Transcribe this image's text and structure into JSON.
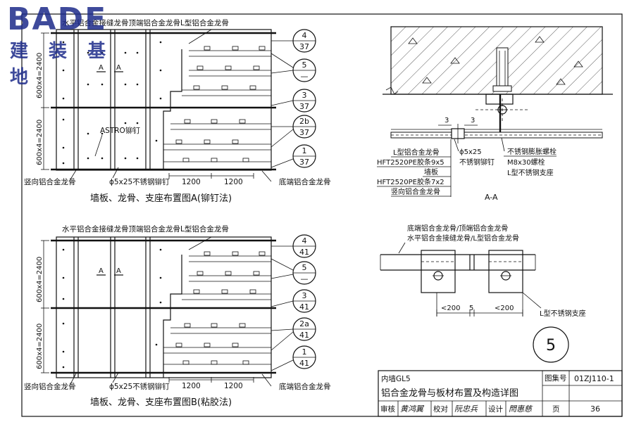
{
  "logo": {
    "brand": "BADE",
    "subtitle": "建 装 基 地"
  },
  "diagram_a": {
    "top_label": "水平铝合金接缝龙骨顶端铝合金龙骨L型铝合金龙骨",
    "dim_upper": "600x4=2400",
    "dim_lower": "600x4=2400",
    "section_mark": "A",
    "rivet_label": "ASTRO铆钉",
    "left_bottom_label": "竖向铝合金龙骨",
    "screw_label": "ϕ5x25不锈钢铆钉",
    "dim_1200_a": "1200",
    "dim_1200_b": "1200",
    "right_bottom_label": "底端铝合金龙骨",
    "caption": "墙板、龙骨、支座布置图A(铆钉法)",
    "callouts": [
      {
        "num": "4",
        "ref": "37"
      },
      {
        "num": "5",
        "ref": "—"
      },
      {
        "num": "3",
        "ref": "37"
      },
      {
        "num": "2b",
        "ref": "37"
      },
      {
        "num": "1",
        "ref": "37"
      }
    ]
  },
  "diagram_b": {
    "top_label": "水平铝合金接缝龙骨顶端铝合金龙骨L型铝合金龙骨",
    "dim_upper": "600x4=2400",
    "dim_lower": "600x4=2400",
    "section_mark": "A",
    "left_bottom_label": "竖向铝合金龙骨",
    "screw_label": "ϕ5x25不锈钢铆钉",
    "dim_1200_a": "1200",
    "dim_1200_b": "1200",
    "right_bottom_label": "底端铝合金龙骨",
    "caption": "墙板、龙骨、支座布置图B(粘胶法)",
    "callouts": [
      {
        "num": "4",
        "ref": "41"
      },
      {
        "num": "5",
        "ref": "—"
      },
      {
        "num": "3",
        "ref": "41"
      },
      {
        "num": "2a",
        "ref": "41"
      },
      {
        "num": "1",
        "ref": "41"
      }
    ]
  },
  "section_aa": {
    "dim_3a": "3",
    "dim_3b": "3",
    "left_labels": [
      "L型铝合金龙骨",
      "HFT2520PE胶条9x5",
      "墙板",
      "HFT2520PE胶条7x2",
      "竖向铝合金龙骨"
    ],
    "mid_labels": [
      "ϕ5x25",
      "不锈钢铆钉"
    ],
    "right_labels": [
      "不锈钢膨胀螺栓",
      "M8x30螺栓",
      "L型不锈钢支座"
    ],
    "caption": "A-A"
  },
  "detail": {
    "label_line1": "底端铝合金龙骨/顶端铝合金龙骨",
    "label_line2": "水平铝合金接缝龙骨/L型铝合金龙骨",
    "dim_left": "<200",
    "dim_mid": "5",
    "dim_right": "<200",
    "support_label": "L型不锈钢支座"
  },
  "detail_number": "5",
  "title_block": {
    "category": "内墙GL5",
    "title": "铝合金龙骨与板材布置及构造详图",
    "atlas_label": "图集号",
    "atlas_no": "01ZJ110-1",
    "review_label": "审核",
    "review_sign": "黄鸿翼",
    "check_label": "校对",
    "check_sign": "阮忠兵",
    "design_label": "设计",
    "design_sign": "閆惠慈",
    "page_label": "页",
    "page_no": "36"
  }
}
